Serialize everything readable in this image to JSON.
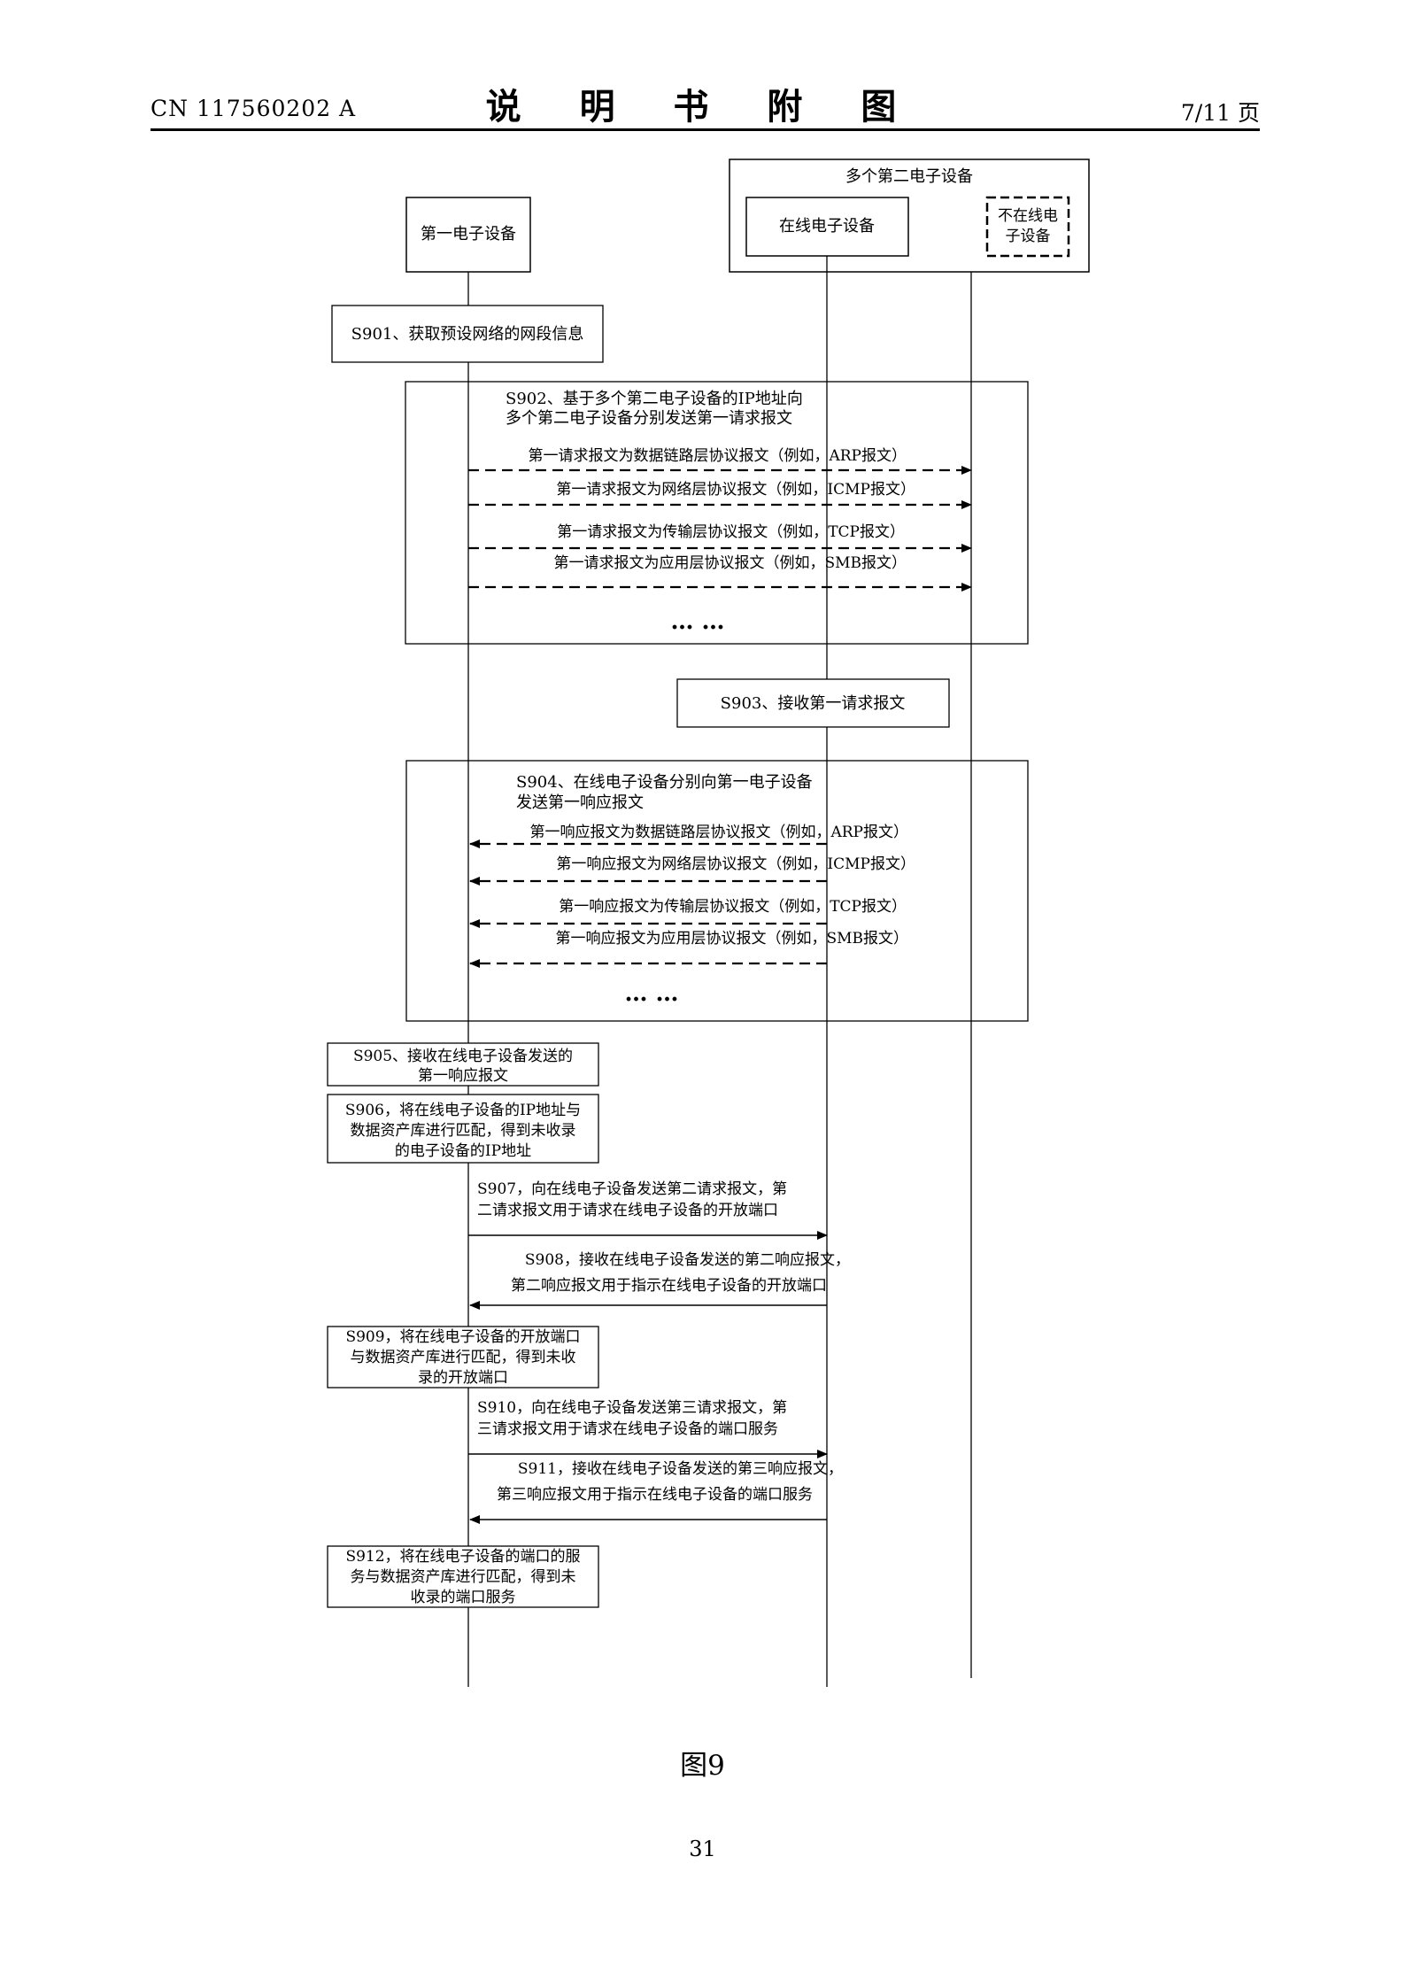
{
  "header": {
    "doc_number": "CN 117560202 A",
    "title": "说 明 书 附 图",
    "page_info": "7/11 页"
  },
  "participants": {
    "first_device": "第一电子设备",
    "second_group": "多个第二电子设备",
    "online_device": "在线电子设备",
    "offline_device": [
      "不在线电",
      "子设备"
    ]
  },
  "steps": {
    "s901": "S901、获取预设网络的网段信息",
    "s902": [
      "S902、基于多个第二电子设备的IP地址向",
      "多个第二电子设备分别发送第一请求报文"
    ],
    "s902_messages": [
      "第一请求报文为数据链路层协议报文（例如，ARP报文）",
      "第一请求报文为网络层协议报文（例如，ICMP报文）",
      "第一请求报文为传输层协议报文（例如，TCP报文）",
      "第一请求报文为应用层协议报文（例如，SMB报文）"
    ],
    "s902_ellipsis": "… …",
    "s903": "S903、接收第一请求报文",
    "s904": [
      "S904、在线电子设备分别向第一电子设备",
      "发送第一响应报文"
    ],
    "s904_messages": [
      "第一响应报文为数据链路层协议报文（例如，ARP报文）",
      "第一响应报文为网络层协议报文（例如，ICMP报文）",
      "第一响应报文为传输层协议报文（例如，TCP报文）",
      "第一响应报文为应用层协议报文（例如，SMB报文）"
    ],
    "s904_ellipsis": "… …",
    "s905": [
      "S905、接收在线电子设备发送的",
      "第一响应报文"
    ],
    "s906": [
      "S906，将在线电子设备的IP地址与",
      "数据资产库进行匹配，得到未收录",
      "的电子设备的IP地址"
    ],
    "s907": [
      "S907，向在线电子设备发送第二请求报文，第",
      "二请求报文用于请求在线电子设备的开放端口"
    ],
    "s908": [
      "S908，接收在线电子设备发送的第二响应报文，",
      "第二响应报文用于指示在线电子设备的开放端口"
    ],
    "s909": [
      "S909，将在线电子设备的开放端口",
      "与数据资产库进行匹配，得到未收",
      "录的开放端口"
    ],
    "s910": [
      "S910，向在线电子设备发送第三请求报文，第",
      "三请求报文用于请求在线电子设备的端口服务"
    ],
    "s911": [
      "S911，接收在线电子设备发送的第三响应报文，",
      "第三响应报文用于指示在线电子设备的端口服务"
    ],
    "s912": [
      "S912，将在线电子设备的端口的服",
      "务与数据资产库进行匹配，得到未",
      "收录的端口服务"
    ]
  },
  "figure_label": "图9",
  "page_number": "31"
}
